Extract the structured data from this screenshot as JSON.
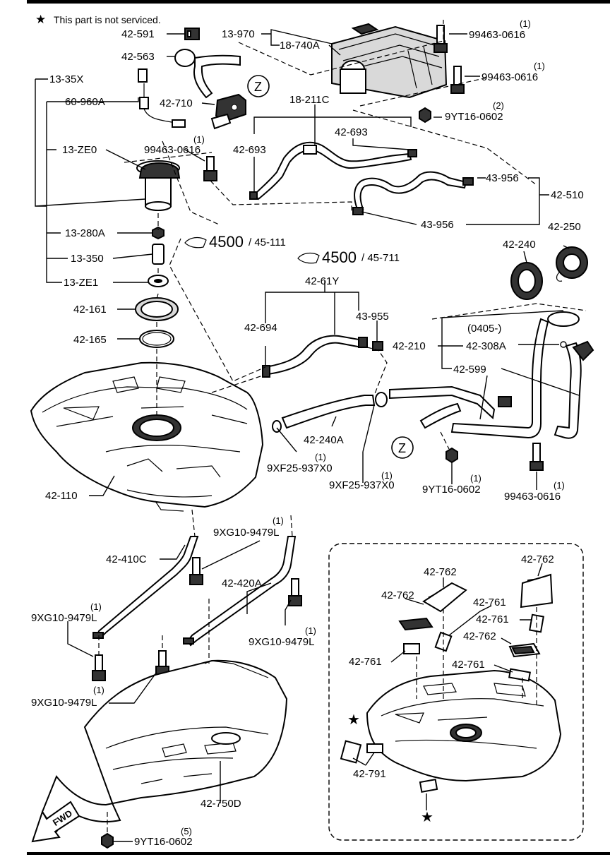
{
  "note": {
    "star": "★",
    "text": "This part is not serviced."
  },
  "labels": {
    "p42_591": "42-591",
    "p42_563": "42-563",
    "p13_970": "13-970",
    "p18_740A": "18-740A",
    "p99463_a": "99463-0616",
    "q99463_a": "(1)",
    "p99463_b": "99463-0616",
    "q99463_b": "(1)",
    "p13_35X": "13-35X",
    "p60_960A": "60-960A",
    "p42_710": "42-710",
    "p9YT16_a": "9YT16-0602",
    "q9YT16_a": "(2)",
    "p18_211C": "18-211C",
    "p42_693_a": "42-693",
    "p42_693_b": "42-693",
    "p13_ZE0": "13-ZE0",
    "p99463_c": "99463-0616",
    "q99463_c": "(1)",
    "p43_956_a": "43-956",
    "p42_510": "42-510",
    "p43_956_b": "43-956",
    "p13_280A": "13-280A",
    "p42_250": "42-250",
    "p42_240": "42-240",
    "p13_350": "13-350",
    "p13_ZE1": "13-ZE1",
    "p42_61Y": "42-61Y",
    "p42_161": "42-161",
    "p43_955": "43-955",
    "p42_694": "42-694",
    "p42_165": "42-165",
    "p42_210": "42-210",
    "p0405": "(0405-)",
    "p42_308A": "42-308A",
    "p42_599": "42-599",
    "p42_240A": "42-240A",
    "p9XF25_a": "9XF25-937X0",
    "q9XF25_a": "(1)",
    "p9XF25_b": "9XF25-937X0",
    "q9XF25_b": "(1)",
    "p42_110": "42-110",
    "p9YT16_b": "9YT16-0602",
    "q9YT16_b": "(1)",
    "p99463_d": "99463-0616",
    "q99463_d": "(1)",
    "p9XG10_a": "9XG10-9479L",
    "q9XG10_a": "(1)",
    "p42_410C": "42-410C",
    "p42_420A": "42-420A",
    "p9XG10_b": "9XG10-9479L",
    "q9XG10_b": "(1)",
    "p9XG10_c": "9XG10-9479L",
    "q9XG10_c": "(1)",
    "p9XG10_d": "9XG10-9479L",
    "q9XG10_d": "(1)",
    "p42_750D": "42-750D",
    "p9YT16_c": "9YT16-0602",
    "q9YT16_c": "(5)",
    "fwd": "FWD",
    "p42_762_a": "42-762",
    "p42_762_b": "42-762",
    "p42_762_c": "42-762",
    "p42_762_d": "42-762",
    "p42_761_a": "42-761",
    "p42_761_b": "42-761",
    "p42_761_c": "42-761",
    "p42_761_d": "42-761",
    "p42_791": "42-791"
  },
  "refs": {
    "ref1_num": "4500",
    "ref1_sub": "/ 45-111",
    "ref2_num": "4500",
    "ref2_sub": "/ 45-711"
  },
  "callouts": {
    "z1": "Z",
    "z2": "Z"
  }
}
